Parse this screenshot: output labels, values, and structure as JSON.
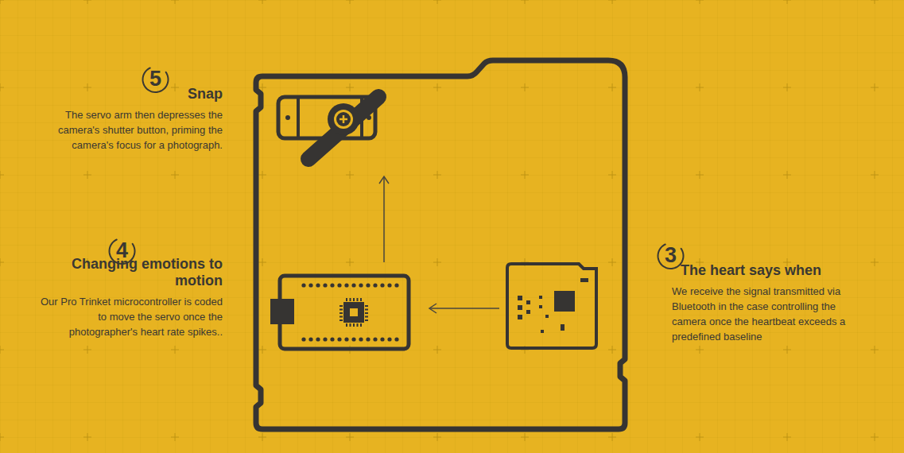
{
  "diagram": {
    "labels": [
      "5",
      "Snap",
      "The servo arm then depresses the camera's shutter button, priming the camera's focus for a photograph.",
      "4",
      "Changing emotions to motion",
      "Our Pro Trinket microcontroller is coded to move the servo once the photographer's heart rate spikes..",
      "3",
      "The heart says when",
      "We receive the signal transmitted via Bluetooth in the case controlling the camera once the heartbeat exceeds a predefined baseline"
    ]
  }
}
